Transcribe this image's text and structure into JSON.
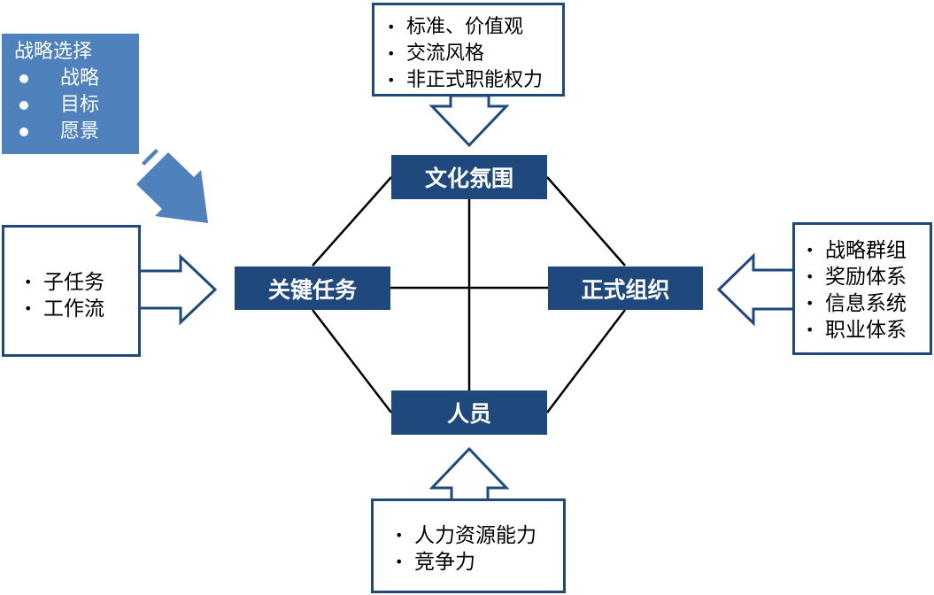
{
  "colors": {
    "node_fill": "#1f497d",
    "callout_border": "#1f497d",
    "strategy_fill": "#4f81bd",
    "strategy_arrow": "#4f81bd"
  },
  "strategy": {
    "title": "战略选择",
    "items": [
      "战略",
      "目标",
      "愿景"
    ]
  },
  "nodes": {
    "culture": "文化氛围",
    "tasks": "关键任务",
    "organization": "正式组织",
    "people": "人员"
  },
  "callouts": {
    "culture": {
      "bullet": "•",
      "items": [
        "标准、价值观",
        "交流风格",
        "非正式职能权力"
      ]
    },
    "tasks": {
      "bullet": "•",
      "items": [
        "子任务",
        "工作流"
      ]
    },
    "organization": {
      "bullet": "•",
      "items": [
        "战略群组",
        "奖励体系",
        "信息系统",
        "职业体系"
      ]
    },
    "people": {
      "bullet": "•",
      "items": [
        "人力资源能力",
        "竞争力"
      ]
    }
  }
}
